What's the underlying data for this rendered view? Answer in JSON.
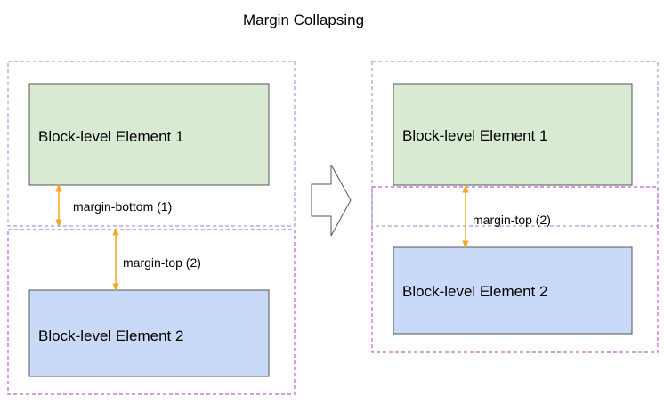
{
  "title": "Margin Collapsing",
  "left": {
    "block1_label": "Block-level Element 1",
    "block2_label": "Block-level Element 2",
    "margin_bottom_label": "margin-bottom (1)",
    "margin_top_label": "margin-top (2)"
  },
  "right": {
    "block1_label": "Block-level Element 1",
    "block2_label": "Block-level Element 2",
    "margin_top_label": "margin-top (2)"
  },
  "colors": {
    "block1_fill": "#d9ead3",
    "block2_fill": "#c9daf8",
    "block_stroke": "#555555",
    "outer1_dash": "#8eaadb",
    "outer2_dash": "#c05fd0",
    "arrow": "#f5a623"
  }
}
